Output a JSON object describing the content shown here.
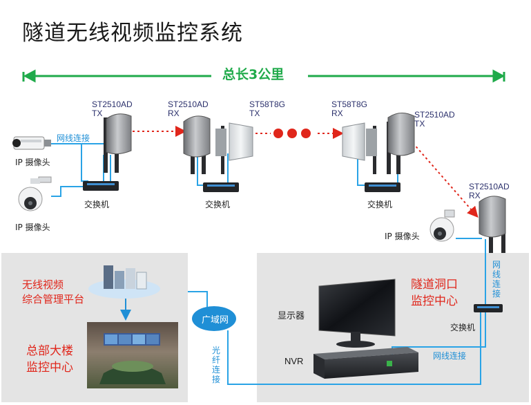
{
  "title": "隧道无线视频监控系统",
  "distance_label": "总长3公里",
  "devices": {
    "tx1": {
      "model": "ST2510AD",
      "mode": "TX"
    },
    "rx1": {
      "model": "ST2510AD",
      "mode": "RX"
    },
    "tx2": {
      "model": "ST58T8G",
      "mode": "TX"
    },
    "rx2": {
      "model": "ST58T8G",
      "mode": "RX"
    },
    "tx3": {
      "model": "ST2510AD",
      "mode": "TX"
    },
    "rx3": {
      "model": "ST2510AD",
      "mode": "RX"
    }
  },
  "labels": {
    "ip_camera_1": "IP 摄像头",
    "ip_camera_2": "IP 摄像头",
    "ip_camera_3": "IP 摄像头",
    "switch_1": "交换机",
    "switch_2": "交换机",
    "switch_3": "交换机",
    "switch_4": "交换机",
    "network_cable_1": "网线连接",
    "network_cable_2": "网线连接",
    "network_cable_vertical": "网线连接",
    "fiber_vertical": "光纤连接",
    "wan": "广域网",
    "display": "显示器",
    "nvr": "NVR"
  },
  "areas": {
    "platform": [
      "无线视频",
      "综合管理平台"
    ],
    "hq_center": [
      "总部大楼",
      "监控中心"
    ],
    "tunnel_center": [
      "隧道洞口",
      "监控中心"
    ]
  },
  "colors": {
    "accent_green": "#1faa4a",
    "model_text": "#2a2f6b",
    "cable_blue": "#1f8fd6",
    "link_red": "#e0261b",
    "panel_gray": "#e4e4e4"
  }
}
